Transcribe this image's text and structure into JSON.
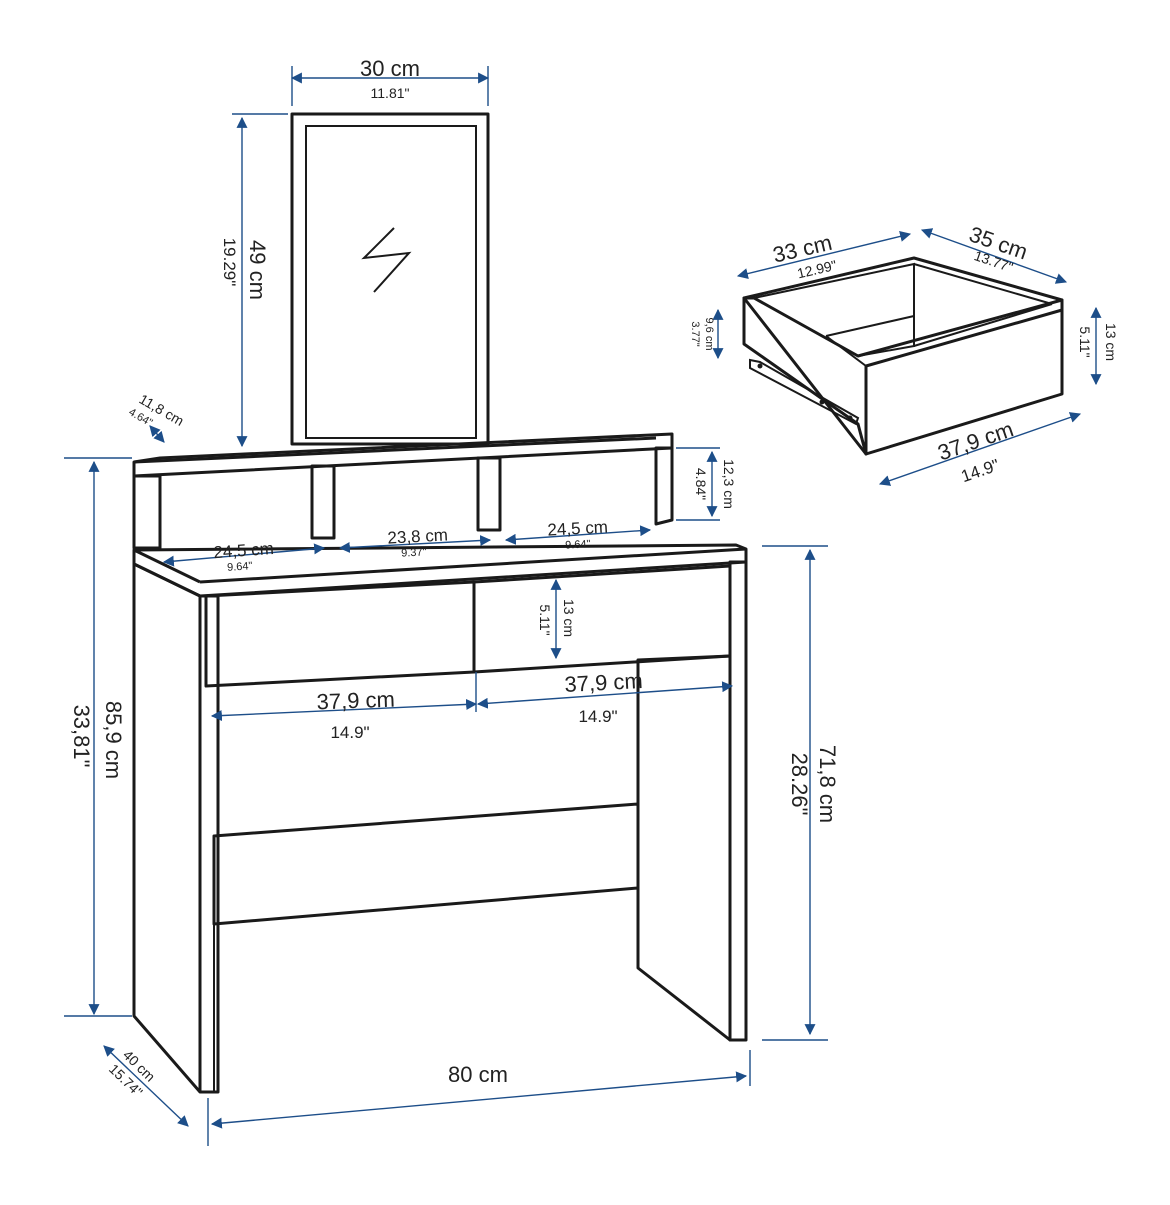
{
  "colors": {
    "outline": "#1a1a1a",
    "dimension_arrow": "#1d4e89",
    "background": "#ffffff"
  },
  "mirror": {
    "width_cm": "30 cm",
    "width_in": "11.81\"",
    "height_cm": "49 cm",
    "height_in": "19.29\""
  },
  "shelf": {
    "depth_cm": "11,8 cm",
    "depth_in": "4.64\"",
    "height_cm": "12,3 cm",
    "height_in": "4.84\"",
    "compartments": [
      {
        "cm": "24,5 cm",
        "in": "9.64\""
      },
      {
        "cm": "23,8 cm",
        "in": "9.37\""
      },
      {
        "cm": "24,5 cm",
        "in": "9.64\""
      }
    ]
  },
  "desk": {
    "total_height_cm": "85,9 cm",
    "total_height_in": "33,81\"",
    "desk_height_cm": "71,8 cm",
    "desk_height_in": "28.26\"",
    "width_cm": "80 cm",
    "depth_cm": "40 cm",
    "depth_in": "15.74\"",
    "front_drawer_height_cm": "13 cm",
    "front_drawer_height_in": "5.11\"",
    "front_drawers": [
      {
        "cm": "37,9 cm",
        "in": "14.9\""
      },
      {
        "cm": "37,9 cm",
        "in": "14.9\""
      }
    ]
  },
  "drawer_detail": {
    "inner_width_cm": "33 cm",
    "inner_width_in": "12.99\"",
    "depth_cm": "35 cm",
    "depth_in": "13.77\"",
    "inner_height_cm": "9,6 cm",
    "inner_height_in": "3.77\"",
    "front_height_cm": "13 cm",
    "front_height_in": "5.11\"",
    "front_width_cm": "37,9 cm",
    "front_width_in": "14.9\""
  }
}
